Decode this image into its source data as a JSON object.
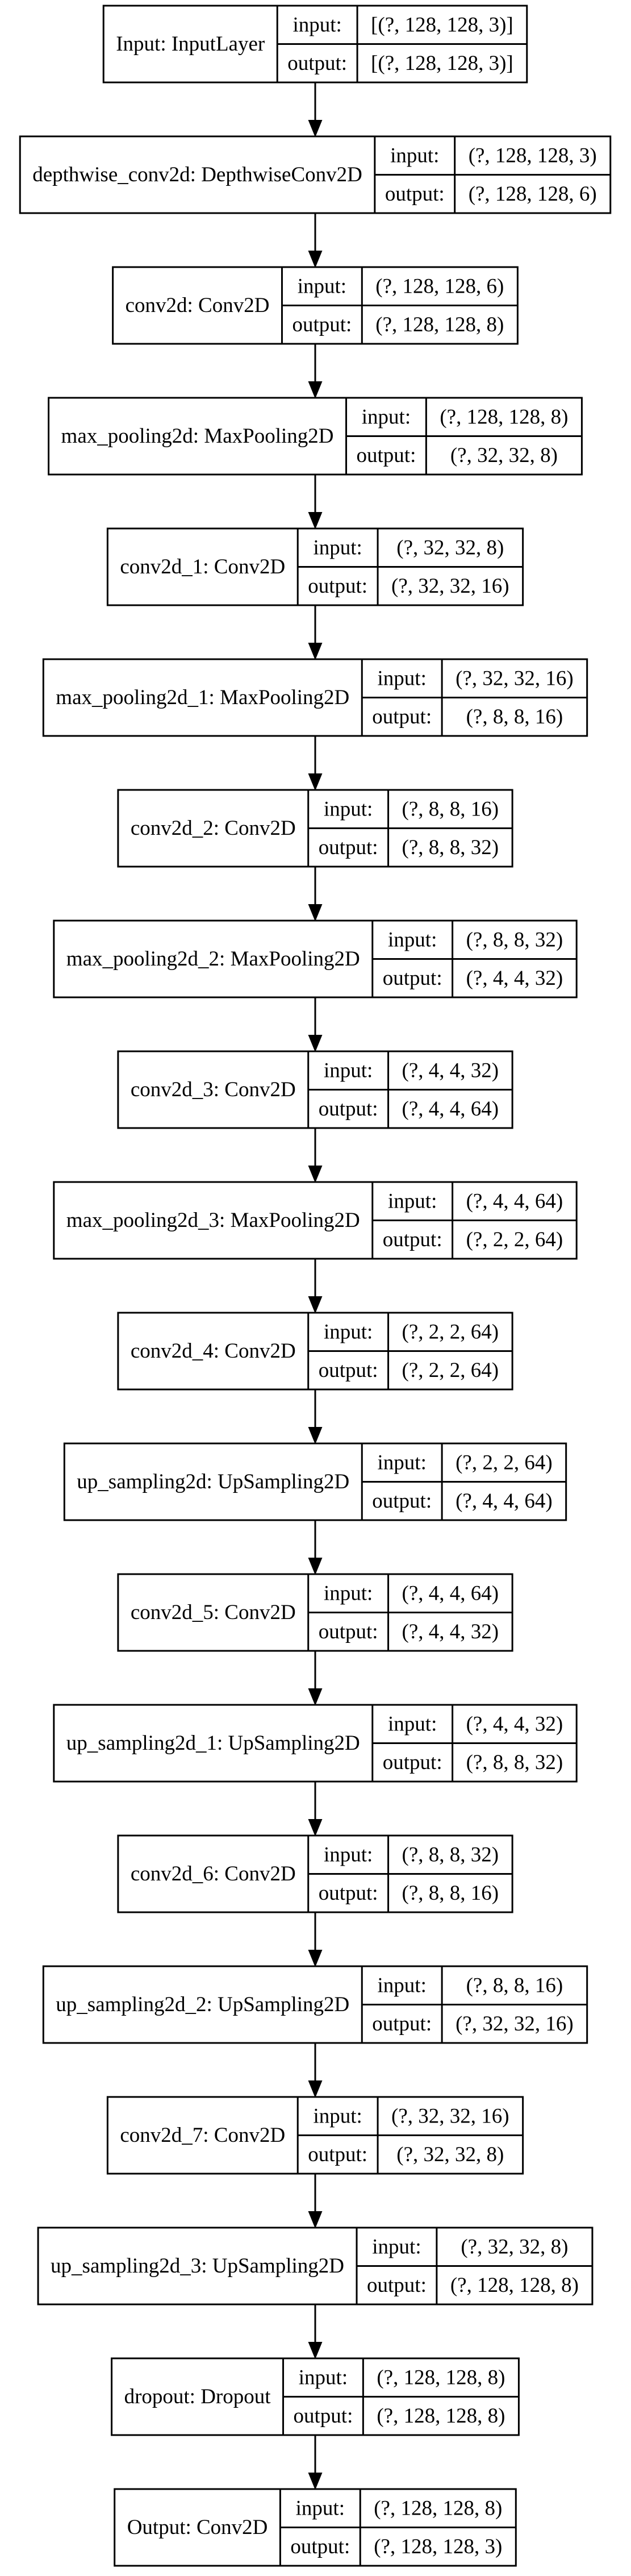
{
  "labels": {
    "input": "input:",
    "output": "output:"
  },
  "layers": [
    {
      "name": "Input: InputLayer",
      "input": "[(?, 128, 128, 3)]",
      "output": "[(?, 128, 128, 3)]"
    },
    {
      "name": "depthwise_conv2d: DepthwiseConv2D",
      "input": "(?, 128, 128, 3)",
      "output": "(?, 128, 128, 6)"
    },
    {
      "name": "conv2d: Conv2D",
      "input": "(?, 128, 128, 6)",
      "output": "(?, 128, 128, 8)"
    },
    {
      "name": "max_pooling2d: MaxPooling2D",
      "input": "(?, 128, 128, 8)",
      "output": "(?, 32, 32, 8)"
    },
    {
      "name": "conv2d_1: Conv2D",
      "input": "(?, 32, 32, 8)",
      "output": "(?, 32, 32, 16)"
    },
    {
      "name": "max_pooling2d_1: MaxPooling2D",
      "input": "(?, 32, 32, 16)",
      "output": "(?, 8, 8, 16)"
    },
    {
      "name": "conv2d_2: Conv2D",
      "input": "(?, 8, 8, 16)",
      "output": "(?, 8, 8, 32)"
    },
    {
      "name": "max_pooling2d_2: MaxPooling2D",
      "input": "(?, 8, 8, 32)",
      "output": "(?, 4, 4, 32)"
    },
    {
      "name": "conv2d_3: Conv2D",
      "input": "(?, 4, 4, 32)",
      "output": "(?, 4, 4, 64)"
    },
    {
      "name": "max_pooling2d_3: MaxPooling2D",
      "input": "(?, 4, 4, 64)",
      "output": "(?, 2, 2, 64)"
    },
    {
      "name": "conv2d_4: Conv2D",
      "input": "(?, 2, 2, 64)",
      "output": "(?, 2, 2, 64)"
    },
    {
      "name": "up_sampling2d: UpSampling2D",
      "input": "(?, 2, 2, 64)",
      "output": "(?, 4, 4, 64)"
    },
    {
      "name": "conv2d_5: Conv2D",
      "input": "(?, 4, 4, 64)",
      "output": "(?, 4, 4, 32)"
    },
    {
      "name": "up_sampling2d_1: UpSampling2D",
      "input": "(?, 4, 4, 32)",
      "output": "(?, 8, 8, 32)"
    },
    {
      "name": "conv2d_6: Conv2D",
      "input": "(?, 8, 8, 32)",
      "output": "(?, 8, 8, 16)"
    },
    {
      "name": "up_sampling2d_2: UpSampling2D",
      "input": "(?, 8, 8, 16)",
      "output": "(?, 32, 32, 16)"
    },
    {
      "name": "conv2d_7: Conv2D",
      "input": "(?, 32, 32, 16)",
      "output": "(?, 32, 32, 8)"
    },
    {
      "name": "up_sampling2d_3: UpSampling2D",
      "input": "(?, 32, 32, 8)",
      "output": "(?, 128, 128, 8)"
    },
    {
      "name": "dropout: Dropout",
      "input": "(?, 128, 128, 8)",
      "output": "(?, 128, 128, 8)"
    },
    {
      "name": "Output: Conv2D",
      "input": "(?, 128, 128, 8)",
      "output": "(?, 128, 128, 3)"
    }
  ]
}
